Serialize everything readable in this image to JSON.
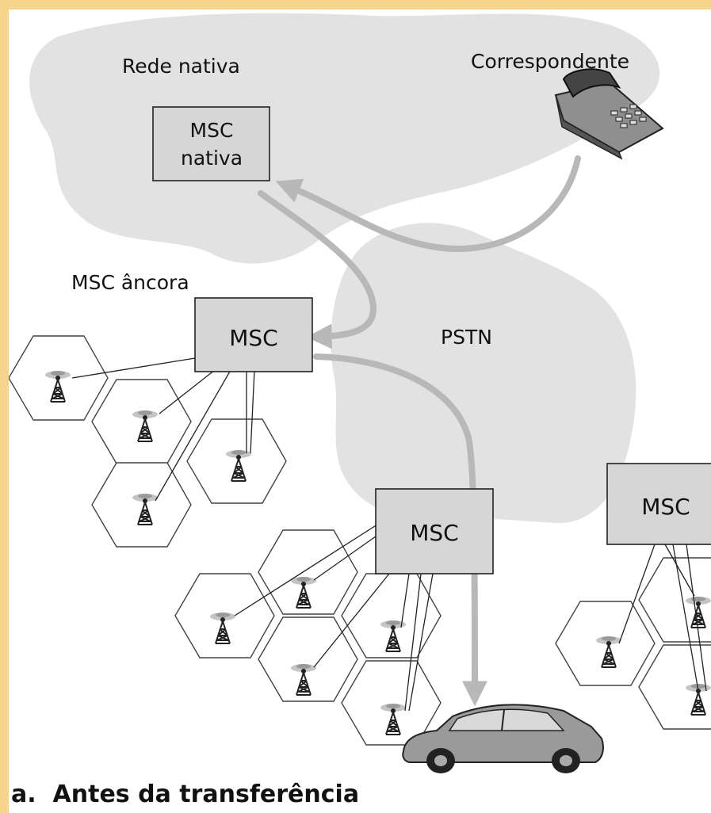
{
  "labels": {
    "home_network": "Rede nativa",
    "correspondent": "Correspondente",
    "home_msc": [
      "MSC",
      "nativa"
    ],
    "anchor_msc": "MSC âncora",
    "pstn": "PSTN",
    "msc_anchor_box": "MSC",
    "msc_middle_box": "MSC",
    "msc_right_box": "MSC"
  },
  "caption": "a.  Antes da transferência",
  "icons": [
    "telephone-icon",
    "car-icon",
    "antenna-tower-icon"
  ],
  "colors": {
    "frame": "#f5d48c",
    "cloud": "#e2e2e2",
    "box": "#d6d6d6",
    "arrow": "#b8b8b8"
  }
}
